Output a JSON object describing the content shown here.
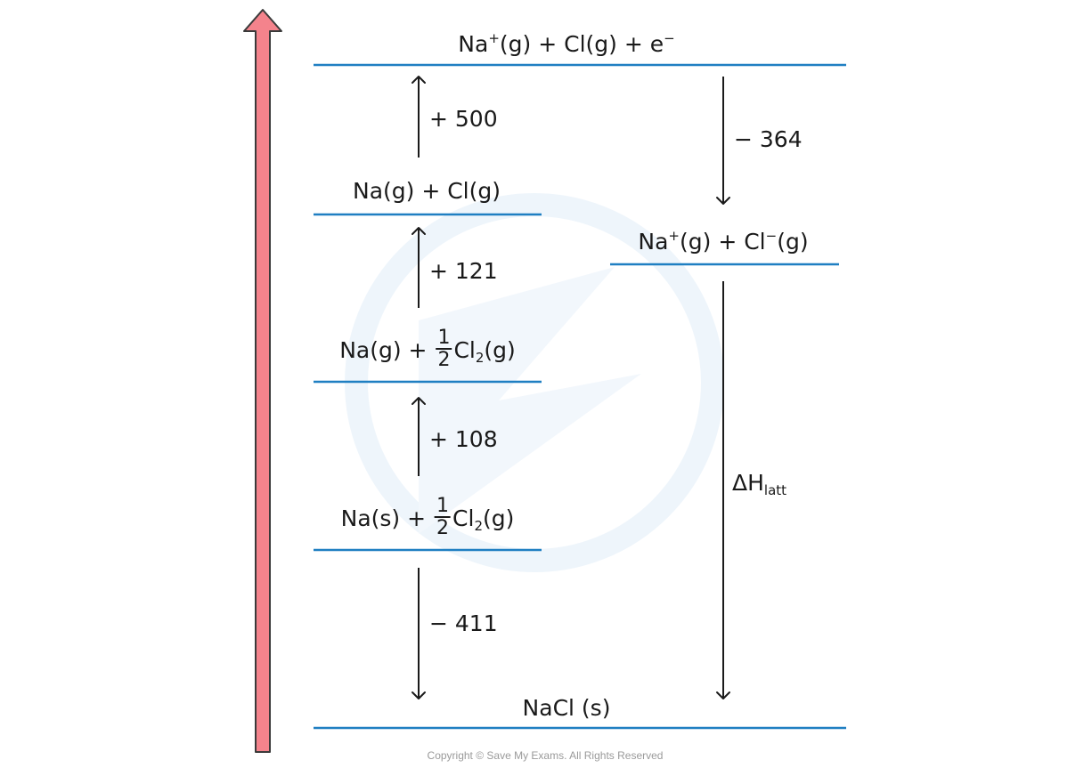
{
  "diagram": {
    "levels": [
      {
        "id": "top",
        "before": "Na",
        "sup1": "+",
        "mid": "(g) + Cl(g) + e",
        "sup2": "−"
      },
      {
        "id": "na-g-cl-g",
        "text": "Na(g) + Cl(g)"
      },
      {
        "id": "na-cl-ions",
        "before": "Na",
        "sup1": "+",
        "mid": "(g) + Cl",
        "sup2": "−",
        "after": "(g)"
      },
      {
        "id": "na-g-half-cl2",
        "before": "Na(g) + ",
        "frac_num": "1",
        "frac_den": "2",
        "mid": "Cl",
        "sub": "2",
        "after": "(g)"
      },
      {
        "id": "na-s-half-cl2",
        "before": "Na(s) + ",
        "frac_num": "1",
        "frac_den": "2",
        "mid": "Cl",
        "sub": "2",
        "after": "(g)"
      },
      {
        "id": "nacl-s",
        "text": "NaCl (s)"
      }
    ],
    "steps": {
      "ionisation": "+ 500",
      "electron_affinity": "− 364",
      "atomisation_cl": "+ 121",
      "atomisation_na": "+ 108",
      "formation": "− 411",
      "lattice_delta": "ΔH",
      "lattice_sub": "latt"
    },
    "copyright": "Copyright © Save My Exams. All Rights Reserved",
    "colors": {
      "level_line": "#1f7fc2",
      "arrow": "#1a1a1a",
      "energy_arrow_fill": "#f4838c",
      "energy_arrow_stroke": "#3a3a3a",
      "watermark": "#eef5fb"
    }
  }
}
